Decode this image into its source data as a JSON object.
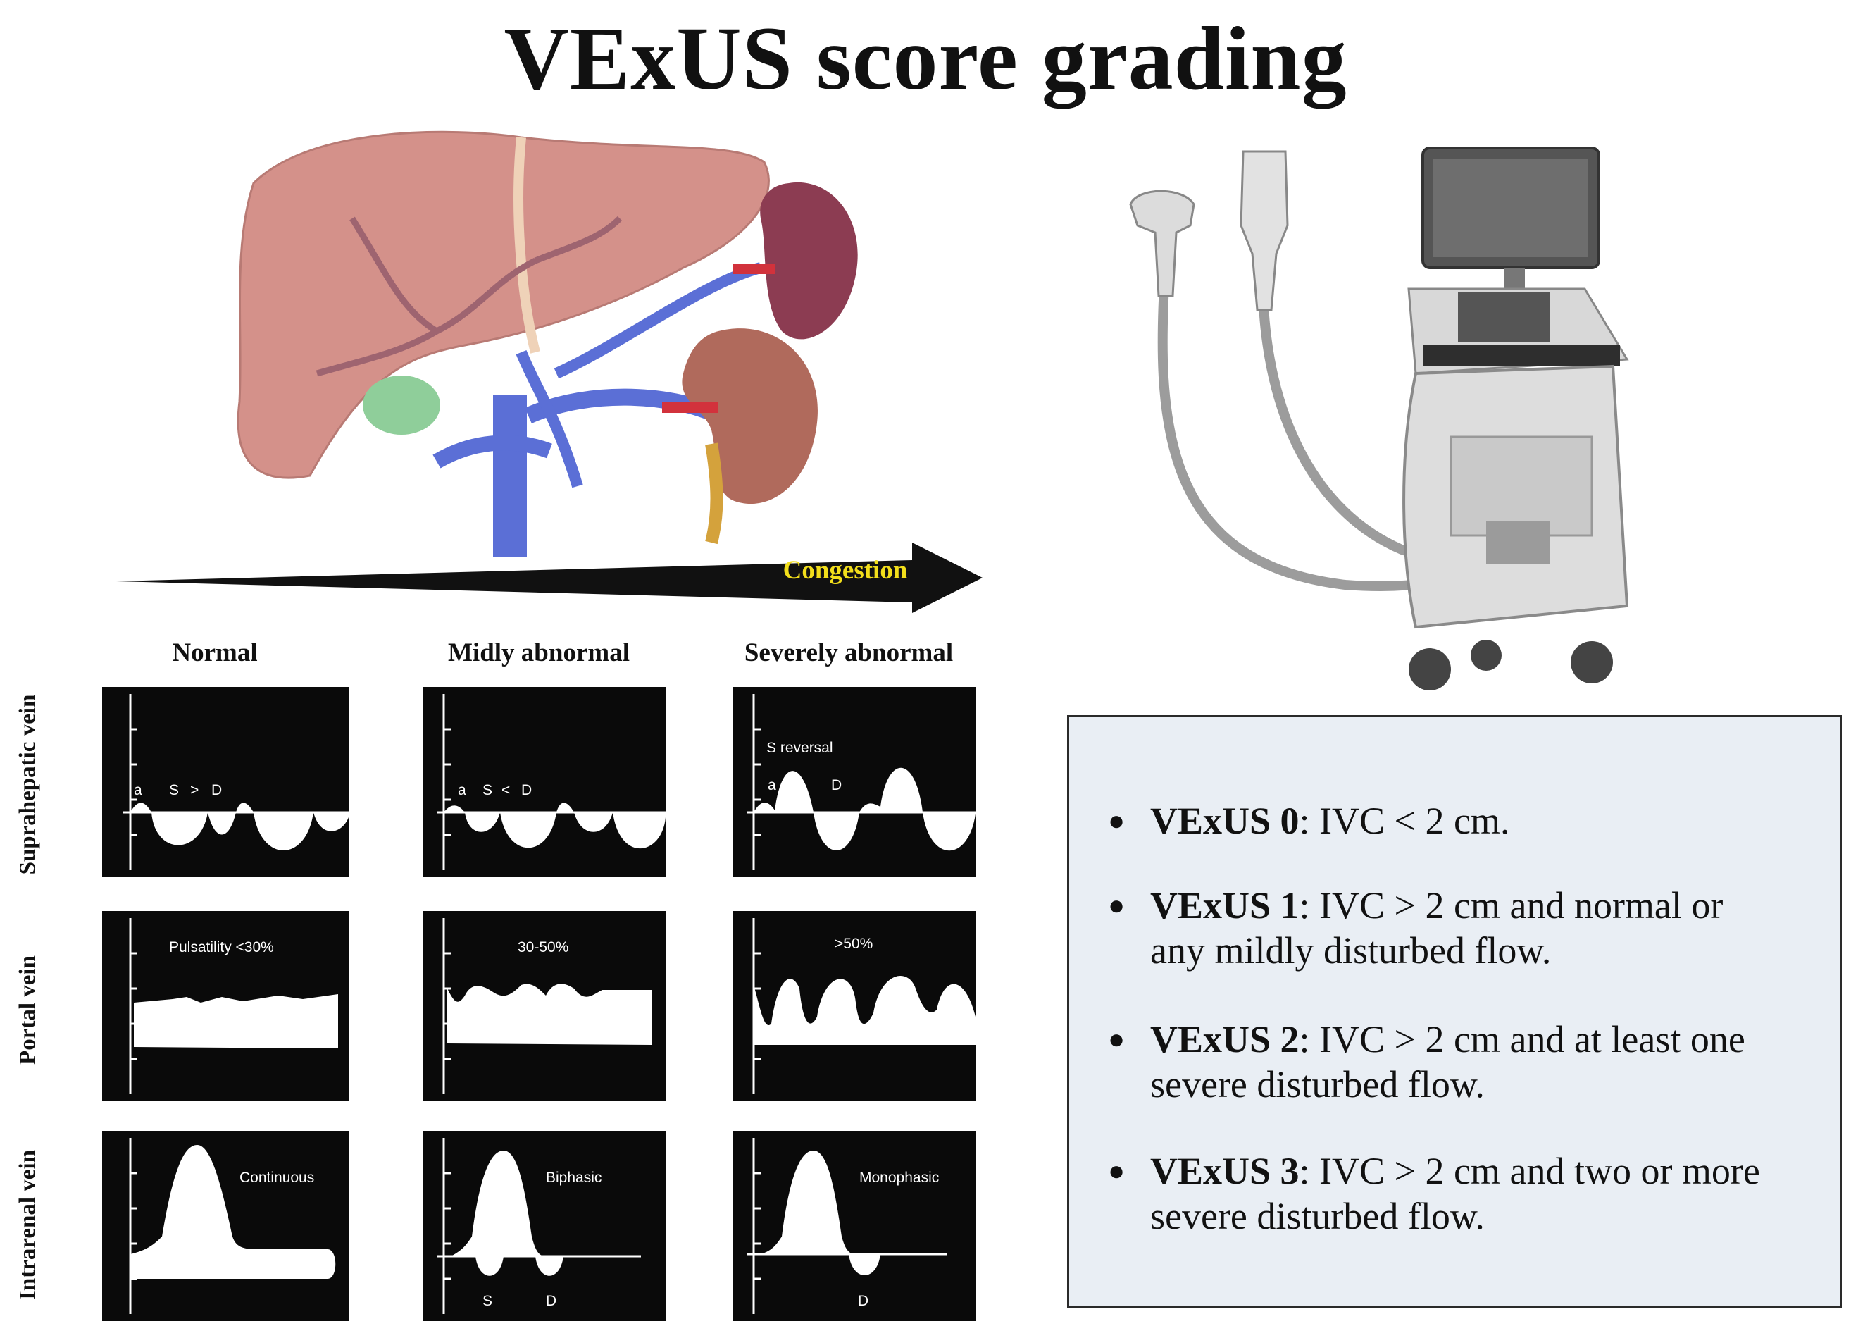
{
  "title": "VExUS score grading",
  "congestion_label": "Congestion",
  "columns": [
    "Normal",
    "Midly abnormal",
    "Severely abnormal"
  ],
  "rows": [
    "Suprahepatic vein",
    "Portal vein",
    "Intrarenal vein"
  ],
  "waveform_labels": {
    "hepatic_normal": {
      "a": "a",
      "s": "S",
      "rel": ">",
      "d": "D"
    },
    "hepatic_mild": {
      "a": "a",
      "s": "S",
      "rel": "<",
      "d": "D"
    },
    "hepatic_severe": {
      "title": "S reversal",
      "a": "a",
      "d": "D"
    },
    "portal_normal": "Pulsatility <30%",
    "portal_mild": "30-50%",
    "portal_severe": ">50%",
    "renal_normal": "Continuous",
    "renal_mild": {
      "name": "Biphasic",
      "s": "S",
      "d": "D"
    },
    "renal_severe": {
      "name": "Monophasic",
      "d": "D"
    }
  },
  "score_items": [
    {
      "term": "VExUS 0",
      "text": ": IVC < 2 cm."
    },
    {
      "term": "VExUS 1",
      "text": ": IVC > 2 cm and normal or any mildly disturbed flow."
    },
    {
      "term": "VExUS 2",
      "text": ": IVC > 2 cm and at least one severe disturbed flow."
    },
    {
      "term": "VExUS 3",
      "text": ": IVC > 2 cm and two or more severe disturbed flow."
    }
  ],
  "colors": {
    "liver": "#d4918a",
    "kidney": "#b06a5c",
    "spleen": "#8c3c52",
    "vein": "#5b6fd6",
    "artery": "#d2323c",
    "gallbladder": "#8fce9a",
    "ureter": "#d4a23c",
    "arrow": "#111111",
    "congestion_text": "#f2de1b",
    "panel_bg": "#0a0a0a",
    "box_bg": "#e9eef4"
  },
  "icons": [
    "liver-illustration",
    "kidney-illustration",
    "spleen-illustration",
    "ultrasound-machine-illustration"
  ]
}
